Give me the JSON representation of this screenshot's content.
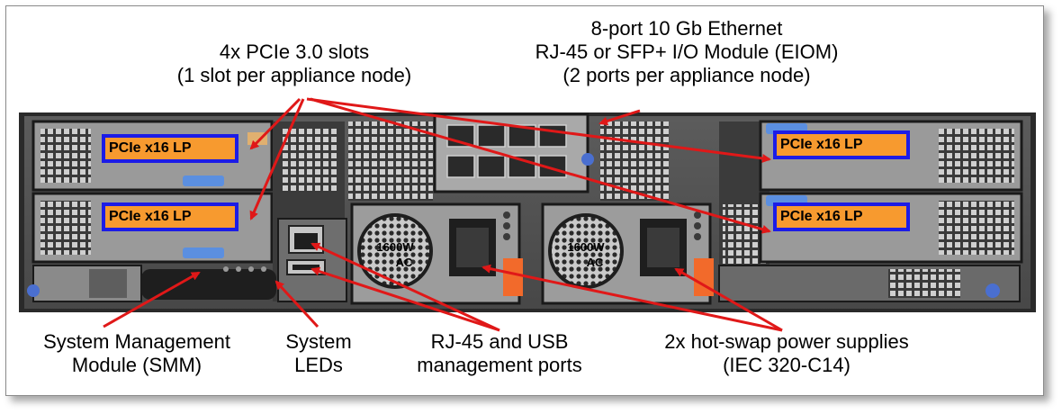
{
  "callouts": {
    "pcie_slots": [
      "4x PCIe 3.0 slots",
      "(1 slot per appliance node)"
    ],
    "eiom": [
      "8-port 10 Gb Ethernet",
      "RJ-45 or SFP+ I/O Module (EIOM)",
      "(2 ports per appliance node)"
    ],
    "smm": [
      "System Management",
      "Module (SMM)"
    ],
    "leds": [
      "System",
      "LEDs"
    ],
    "ports": [
      "RJ-45 and USB",
      "management ports"
    ],
    "psu": [
      "2x hot-swap power supplies",
      "(IEC 320-C14)"
    ]
  },
  "pcie_label": "PCIe x16 LP",
  "psu_rating": "1600W",
  "psu_ac": "AC",
  "colors": {
    "arrow": "#e01818",
    "pcie_fill": "#f79a2f",
    "pcie_border": "#1c1ce6",
    "chassis_dark": "#2b2b2b",
    "chassis_metal": "#8e8e8e",
    "latch_blue": "#5b8fe0"
  }
}
